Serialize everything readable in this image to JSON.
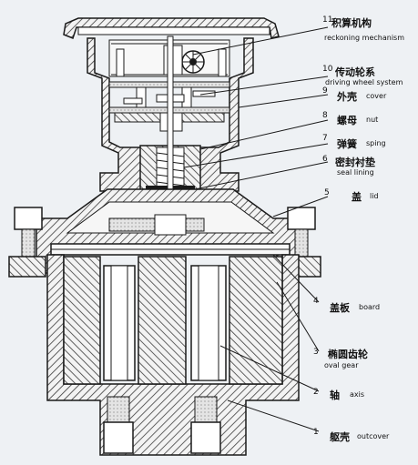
{
  "colors": {
    "background": "#eef1f4",
    "ink": "#1a1a1a",
    "hatch": "#3a3a3a"
  },
  "parts": [
    {
      "number": "11",
      "cn": "积算机构",
      "en": "reckoning mechanism"
    },
    {
      "number": "10",
      "cn": "传动轮系",
      "en": "driving wheel system"
    },
    {
      "number": "9",
      "cn": "外壳",
      "en": "cover"
    },
    {
      "number": "8",
      "cn": "螺母",
      "en": "nut"
    },
    {
      "number": "7",
      "cn": "弹簧",
      "en": "sping"
    },
    {
      "number": "6",
      "cn": "密封衬垫",
      "en": "seal lining"
    },
    {
      "number": "5",
      "cn": "盖",
      "en": "lid"
    },
    {
      "number": "4",
      "cn": "盖板",
      "en": "board"
    },
    {
      "number": "3",
      "cn": "椭圆齿轮",
      "en": "oval gear"
    },
    {
      "number": "2",
      "cn": "轴",
      "en": "axis"
    },
    {
      "number": "1",
      "cn": "躯壳",
      "en": "outcover"
    }
  ]
}
